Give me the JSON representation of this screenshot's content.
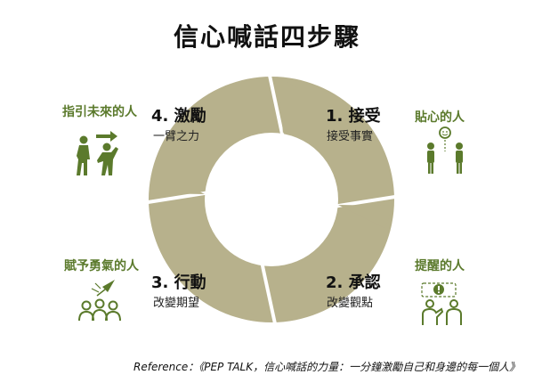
{
  "title": "信心喊話四步驟",
  "steps": [
    {
      "title": "1. 接受",
      "subtitle": "接受事實"
    },
    {
      "title": "2. 承認",
      "subtitle": "改變觀點"
    },
    {
      "title": "3. 行動",
      "subtitle": "改變期望"
    },
    {
      "title": "4. 激勵",
      "subtitle": "一臂之力"
    }
  ],
  "side_labels": {
    "top_left": "指引未來的人",
    "top_right": "貼心的人",
    "bottom_left": "賦予勇氣的人",
    "bottom_right": "提醒的人"
  },
  "icons": {
    "top_left": "guiding-people-icon",
    "top_right": "caring-people-icon",
    "bottom_left": "encouraging-group-icon",
    "bottom_right": "reminding-people-icon"
  },
  "reference": "Reference：《PEP TALK，信心喊話的力量：一分鐘激勵自己和身邊的每一個人》",
  "colors": {
    "ring": "#b7b18c",
    "icon_green": "#5b7a2c",
    "background": "#ffffff"
  }
}
